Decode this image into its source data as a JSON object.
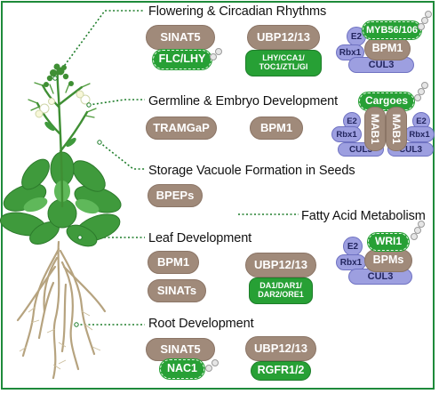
{
  "sections": {
    "flowering": {
      "title": "Flowering & Circadian Rhythms",
      "sinat5": "SINAT5",
      "flc_lhy": "FLC/LHY",
      "ubp": "UBP12/13",
      "ubp_targets_line1": "LHY/CCA1/",
      "ubp_targets_line2": "TOC1/ZTL/GI",
      "myb": "MYB56/106",
      "e2": "E2",
      "rbx1": "Rbx1",
      "bpm1": "BPM1",
      "cul3": "CUL3"
    },
    "germline": {
      "title": "Germline & Embryo Development",
      "tramgap": "TRAMGaP",
      "bpm1": "BPM1",
      "cargoes": "Cargoes",
      "e2_left": "E2",
      "e2_right": "E2",
      "rbx1_left": "Rbx1",
      "rbx1_right": "Rbx1",
      "mab1_left": "MAB1",
      "mab1_right": "MAB1",
      "cul3_left": "CUL3",
      "cul3_right": "CUL3"
    },
    "storage": {
      "title": "Storage Vacuole Formation in Seeds",
      "bpeps": "BPEPs"
    },
    "fatty": {
      "title": "Fatty Acid Metabolism",
      "wri1": "WRI1",
      "e2": "E2",
      "rbx1": "Rbx1",
      "bpms": "BPMs",
      "cul3": "CUL3"
    },
    "leaf": {
      "title": "Leaf Development",
      "bpm1": "BPM1",
      "sinats": "SINATs",
      "ubp": "UBP12/13",
      "targets_line1": "DA1/DAR1/",
      "targets_line2": "DAR2/ORE1"
    },
    "root": {
      "title": "Root Development",
      "sinat5": "SINAT5",
      "nac1": "NAC1",
      "ubp": "UBP12/13",
      "rgfr": "RGFR1/2"
    }
  },
  "colors": {
    "frame": "#1e8a3a",
    "ligase": "#a08a7a",
    "substrate": "#27a035",
    "scaffold": "#9d9fe0",
    "ubiquitin": "#e6e6e6",
    "plant_leaf": "#3f9a3c",
    "root": "#b6a37f"
  }
}
